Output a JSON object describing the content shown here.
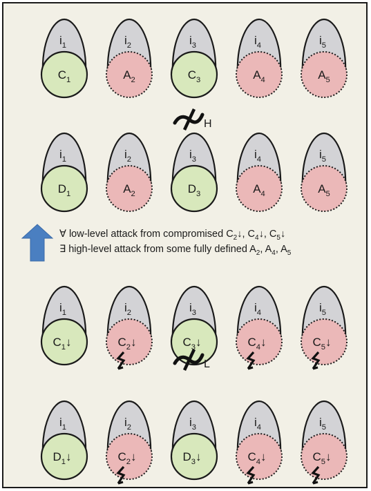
{
  "rows": [
    {
      "components": [
        {
          "iface": "i",
          "iface_sub": "1",
          "label": "C",
          "label_sub": "1",
          "arrow": "",
          "kind": "green",
          "attacked": false
        },
        {
          "iface": "i",
          "iface_sub": "2",
          "label": "A",
          "label_sub": "2",
          "arrow": "",
          "kind": "red",
          "attacked": false
        },
        {
          "iface": "i",
          "iface_sub": "3",
          "label": "C",
          "label_sub": "3",
          "arrow": "",
          "kind": "green",
          "attacked": false
        },
        {
          "iface": "i",
          "iface_sub": "4",
          "label": "A",
          "label_sub": "4",
          "arrow": "",
          "kind": "red",
          "attacked": false
        },
        {
          "iface": "i",
          "iface_sub": "5",
          "label": "A",
          "label_sub": "5",
          "arrow": "",
          "kind": "red",
          "attacked": false
        }
      ]
    },
    {
      "components": [
        {
          "iface": "i",
          "iface_sub": "1",
          "label": "D",
          "label_sub": "1",
          "arrow": "",
          "kind": "green",
          "attacked": false
        },
        {
          "iface": "i",
          "iface_sub": "2",
          "label": "A",
          "label_sub": "2",
          "arrow": "",
          "kind": "red",
          "attacked": false
        },
        {
          "iface": "i",
          "iface_sub": "3",
          "label": "D",
          "label_sub": "3",
          "arrow": "",
          "kind": "green",
          "attacked": false
        },
        {
          "iface": "i",
          "iface_sub": "4",
          "label": "A",
          "label_sub": "4",
          "arrow": "",
          "kind": "red",
          "attacked": false
        },
        {
          "iface": "i",
          "iface_sub": "5",
          "label": "A",
          "label_sub": "5",
          "arrow": "",
          "kind": "red",
          "attacked": false
        }
      ]
    },
    {
      "components": [
        {
          "iface": "i",
          "iface_sub": "1",
          "label": "C",
          "label_sub": "1",
          "arrow": "↓",
          "kind": "green",
          "attacked": false
        },
        {
          "iface": "i",
          "iface_sub": "2",
          "label": "C",
          "label_sub": "2",
          "arrow": "↓",
          "kind": "red",
          "attacked": true
        },
        {
          "iface": "i",
          "iface_sub": "3",
          "label": "C",
          "label_sub": "3",
          "arrow": "↓",
          "kind": "green",
          "attacked": false
        },
        {
          "iface": "i",
          "iface_sub": "4",
          "label": "C",
          "label_sub": "4",
          "arrow": "↓",
          "kind": "red",
          "attacked": true
        },
        {
          "iface": "i",
          "iface_sub": "5",
          "label": "C",
          "label_sub": "5",
          "arrow": "↓",
          "kind": "red",
          "attacked": true
        }
      ]
    },
    {
      "components": [
        {
          "iface": "i",
          "iface_sub": "1",
          "label": "D",
          "label_sub": "1",
          "arrow": "↓",
          "kind": "green",
          "attacked": false
        },
        {
          "iface": "i",
          "iface_sub": "2",
          "label": "C",
          "label_sub": "2",
          "arrow": "↓",
          "kind": "red",
          "attacked": true
        },
        {
          "iface": "i",
          "iface_sub": "3",
          "label": "D",
          "label_sub": "3",
          "arrow": "↓",
          "kind": "green",
          "attacked": false
        },
        {
          "iface": "i",
          "iface_sub": "4",
          "label": "C",
          "label_sub": "4",
          "arrow": "↓",
          "kind": "red",
          "attacked": true
        },
        {
          "iface": "i",
          "iface_sub": "5",
          "label": "C",
          "label_sub": "5",
          "arrow": "↓",
          "kind": "red",
          "attacked": true
        }
      ]
    }
  ],
  "relations": [
    {
      "symbol": "≁",
      "sub": "H"
    },
    {
      "symbol": "≁",
      "sub": "L"
    }
  ],
  "statements": {
    "line1": {
      "q": "∀ low-level attack from compromised ",
      "parts": [
        [
          "C",
          "2",
          "↓"
        ],
        [
          "C",
          "4",
          "↓"
        ],
        [
          "C",
          "5",
          "↓"
        ]
      ]
    },
    "line2": {
      "q": "∃ high-level attack from some fully defined ",
      "parts": [
        [
          "A",
          "2",
          ""
        ],
        [
          "A",
          "4",
          ""
        ],
        [
          "A",
          "5",
          ""
        ]
      ]
    }
  },
  "colors": {
    "background": "#f2f0e6",
    "interface": "#d3d3d6",
    "green": "#d8e8bc",
    "red": "#ebb8b8",
    "arrow": "#4a7fc1"
  }
}
